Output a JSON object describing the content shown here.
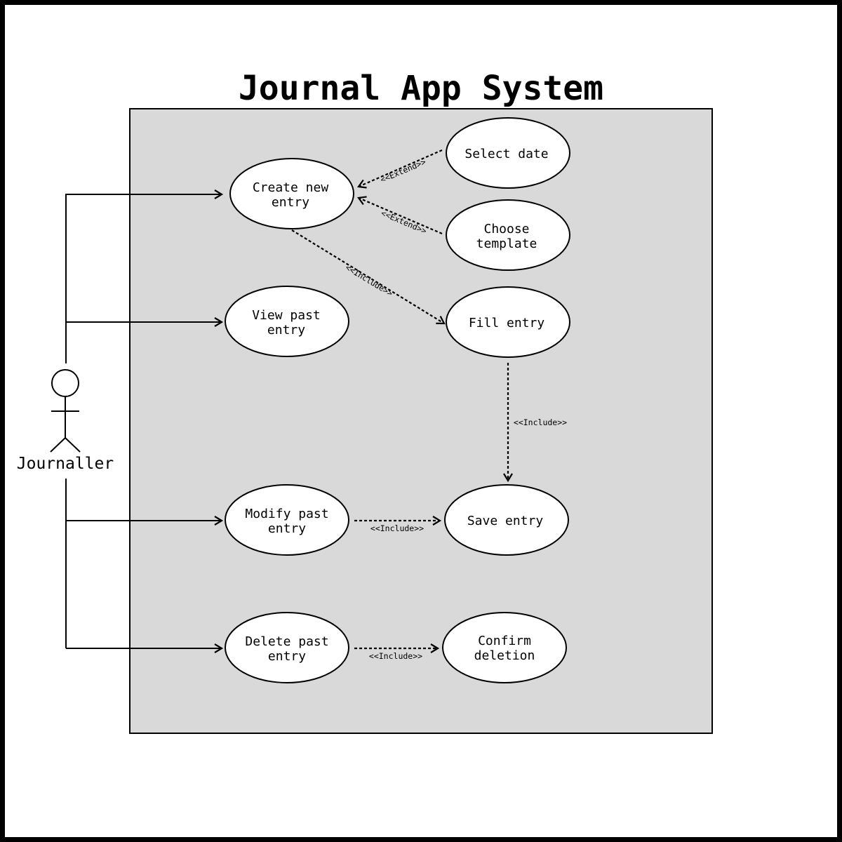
{
  "title": "Journal App System",
  "colors": {
    "system_fill": "#d9d9d9",
    "stroke": "#000000",
    "use_case_fill": "#ffffff"
  },
  "actor": {
    "name": "Journaller"
  },
  "use_cases": {
    "create_new_entry": [
      "Create new",
      "entry"
    ],
    "view_past_entry": [
      "View past",
      "entry"
    ],
    "modify_past_entry": [
      "Modify past",
      "entry"
    ],
    "delete_past_entry": [
      "Delete past",
      "entry"
    ],
    "select_date": [
      "Select date"
    ],
    "choose_template": [
      "Choose",
      "template"
    ],
    "fill_entry": [
      "Fill entry"
    ],
    "save_entry": [
      "Save entry"
    ],
    "confirm_deletion": [
      "Confirm",
      "deletion"
    ]
  },
  "relationships": [
    {
      "from": "select_date",
      "to": "create_new_entry",
      "type": "extend",
      "label": "<<Extend>>"
    },
    {
      "from": "choose_template",
      "to": "create_new_entry",
      "type": "extend",
      "label": "<<Extend>>"
    },
    {
      "from": "create_new_entry",
      "to": "fill_entry",
      "type": "include",
      "label": "<<Include>>"
    },
    {
      "from": "fill_entry",
      "to": "save_entry",
      "type": "include",
      "label": "<<Include>>"
    },
    {
      "from": "modify_past_entry",
      "to": "save_entry",
      "type": "include",
      "label": "<<Include>>"
    },
    {
      "from": "delete_past_entry",
      "to": "confirm_deletion",
      "type": "include",
      "label": "<<Include>>"
    }
  ],
  "associations": [
    {
      "actor": "Journaller",
      "use_case": "create_new_entry"
    },
    {
      "actor": "Journaller",
      "use_case": "view_past_entry"
    },
    {
      "actor": "Journaller",
      "use_case": "modify_past_entry"
    },
    {
      "actor": "Journaller",
      "use_case": "delete_past_entry"
    }
  ]
}
